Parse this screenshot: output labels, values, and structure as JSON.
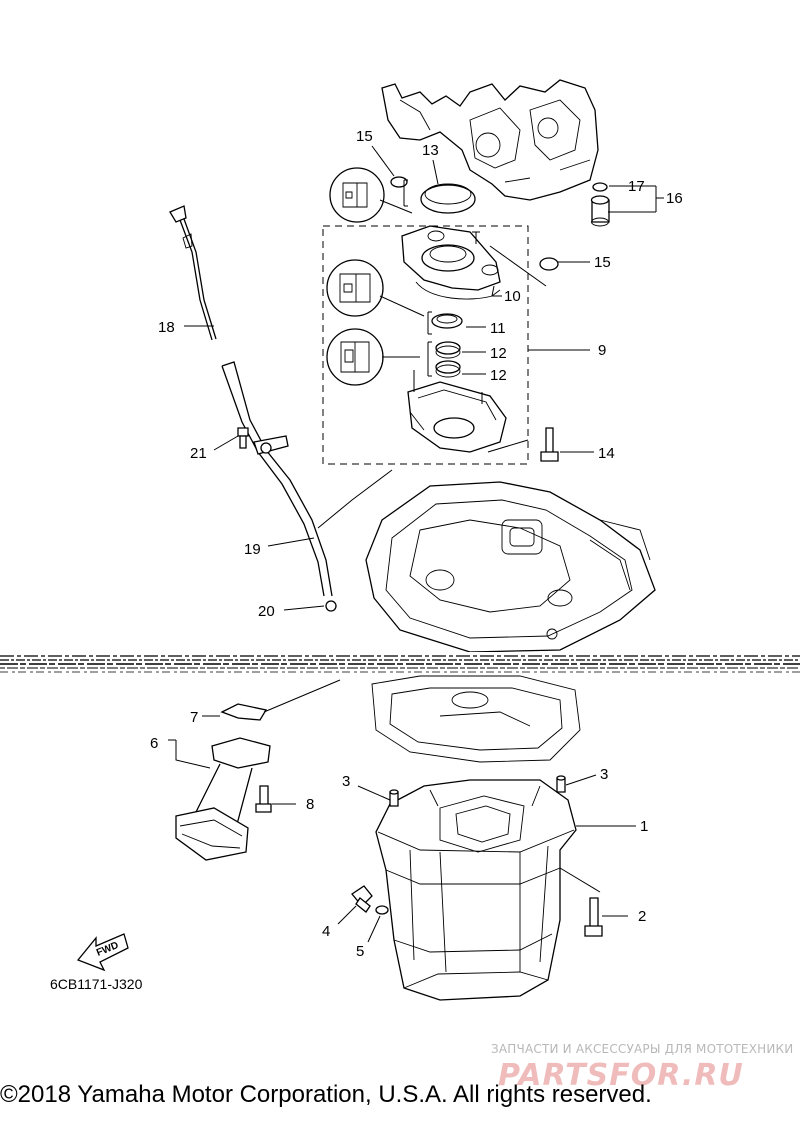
{
  "diagram": {
    "code": "6CB1171-J320",
    "fwd_label": "FWD",
    "callouts": {
      "c1": "1",
      "c2": "2",
      "c3a": "3",
      "c3b": "3",
      "c4": "4",
      "c5": "5",
      "c6": "6",
      "c7": "7",
      "c8": "8",
      "c9": "9",
      "c10": "10",
      "c11": "11",
      "c12a": "12",
      "c12b": "12",
      "c13": "13",
      "c14": "14",
      "c15a": "15",
      "c15b": "15",
      "c16": "16",
      "c17": "17",
      "c18": "18",
      "c19": "19",
      "c20": "20",
      "c21": "21"
    }
  },
  "watermark": {
    "tagline": "ЗАПЧАСТИ И АКСЕССУАРЫ ДЛЯ МОТОТЕХНИКИ",
    "logo": "PARTSFOR.RU"
  },
  "footer": {
    "copyright": "©2018 Yamaha Motor Corporation, U.S.A. All rights reserved."
  }
}
